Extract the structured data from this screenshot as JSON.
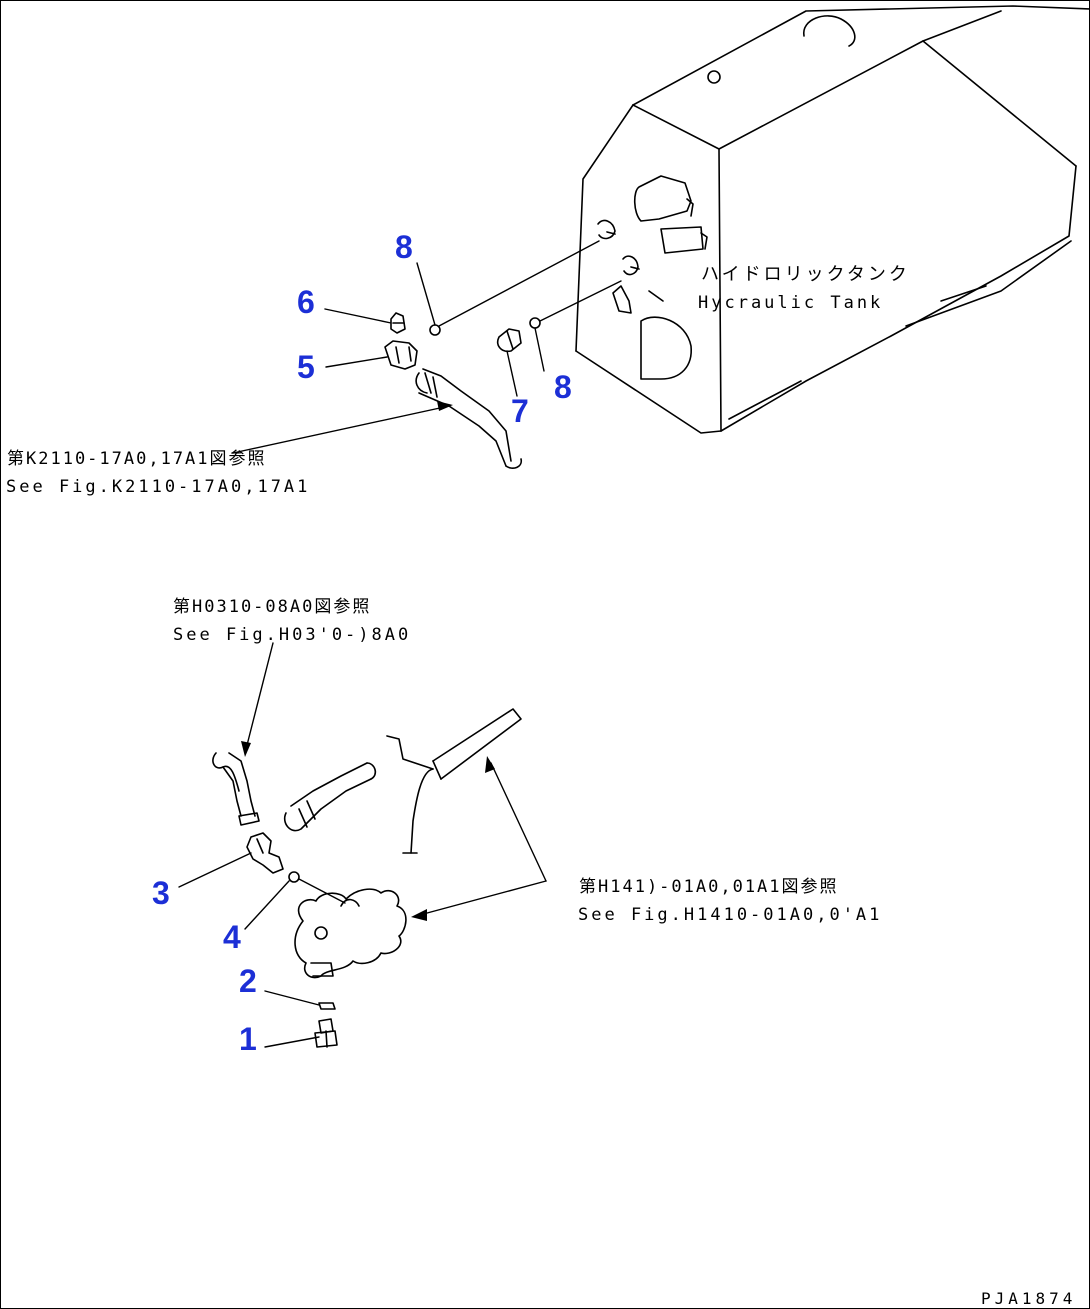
{
  "tank_label": {
    "jp": "ハイドロリックタンク",
    "en": "Hycraulic Tank"
  },
  "references": [
    {
      "jp": "第K2110-17A0,17A1図参照",
      "en": "See Fig.K2110-17A0,17A1"
    },
    {
      "jp": "第H0310-08A0図参照",
      "en": "See Fig.H03'0-)8A0"
    },
    {
      "jp": "第H141)-01A0,01A1図参照",
      "en": "See Fig.H1410-01A0,0'A1"
    }
  ],
  "part_numbers": [
    "1",
    "2",
    "3",
    "4",
    "5",
    "6",
    "7",
    "8",
    "8"
  ],
  "drawing_code": "PJA1874",
  "colors": {
    "part_number": "#1c2fd6",
    "line": "#000000"
  }
}
